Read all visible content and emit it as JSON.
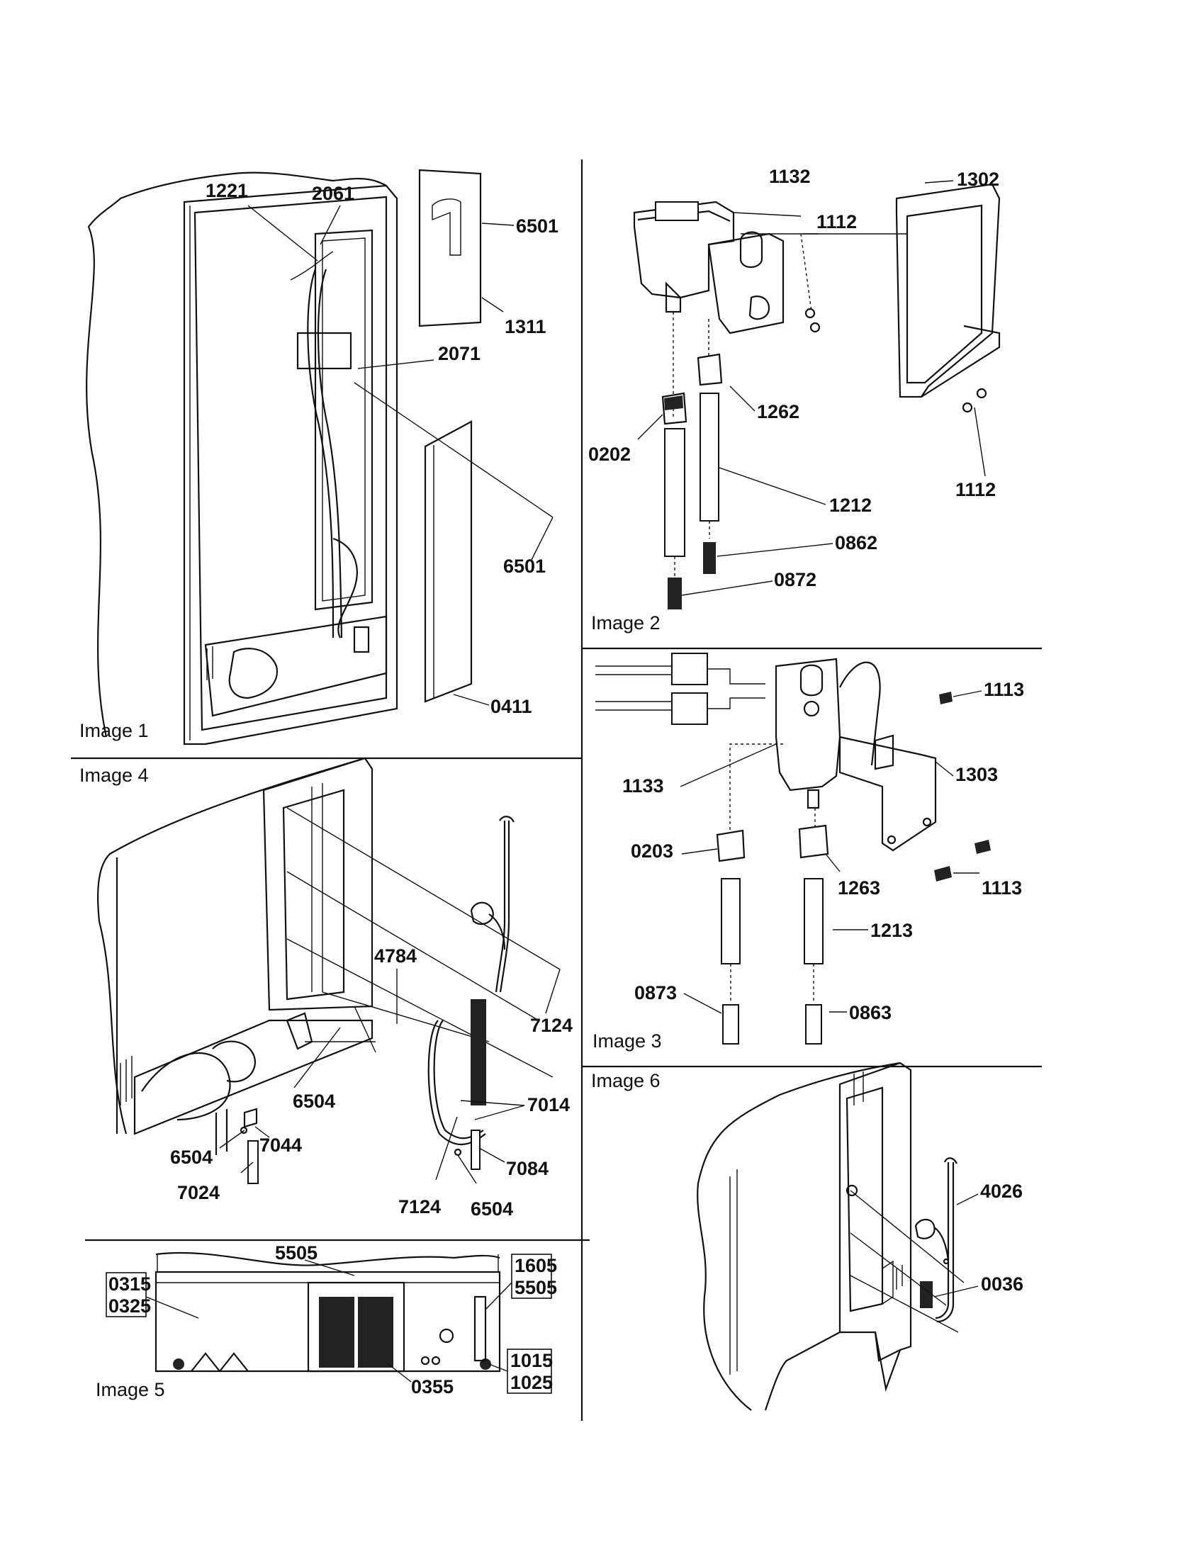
{
  "images": [
    {
      "caption": "Image 1",
      "parts": [
        "1221",
        "2061",
        "6501",
        "1311",
        "2071",
        "6501",
        "0411"
      ]
    },
    {
      "caption": "Image 2",
      "parts": [
        "1132",
        "1112",
        "1302",
        "1262",
        "0202",
        "1112",
        "1212",
        "0862",
        "0872"
      ]
    },
    {
      "caption": "Image 3",
      "parts": [
        "1113",
        "1133",
        "1303",
        "0203",
        "1263",
        "1113",
        "1213",
        "0873",
        "0863"
      ]
    },
    {
      "caption": "Image 4",
      "parts": [
        "4784",
        "7124",
        "7014",
        "6504",
        "7044",
        "6504",
        "7024",
        "7084",
        "7124",
        "6504"
      ]
    },
    {
      "caption": "Image 5",
      "parts": [
        "5505",
        "1605",
        "5505",
        "0315",
        "0325",
        "1015",
        "1025",
        "0355"
      ]
    },
    {
      "caption": "Image 6",
      "parts": [
        "4026",
        "0036"
      ]
    }
  ]
}
